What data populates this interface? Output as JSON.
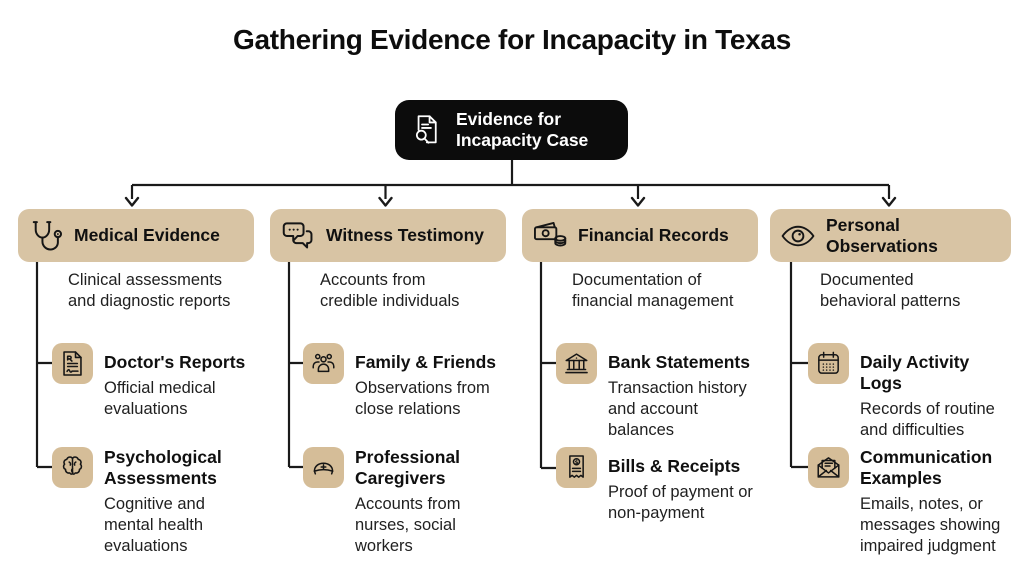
{
  "page": {
    "title": "Gathering Evidence for Incapacity in Texas",
    "background": "#ffffff"
  },
  "colors": {
    "root_node_bg": "#0c0c0c",
    "root_node_text": "#ffffff",
    "branch_box_bg": "#d8c4a4",
    "icon_tile_bg": "#d5bd98",
    "connector_line": "#1a1a1a",
    "heading_text": "#101010",
    "body_text": "#1f1f1f"
  },
  "root_node": {
    "label": "Evidence for\nIncapacity Case",
    "icon": "document-search-icon"
  },
  "columns": [
    {
      "title": "Medical Evidence",
      "icon": "stethoscope-icon",
      "description": "Clinical assessments\nand diagnostic reports",
      "children": [
        {
          "title": "Doctor's Reports",
          "icon": "medical-report-icon",
          "description": "Official medical\nevaluations"
        },
        {
          "title": "Psychological\nAssessments",
          "icon": "brain-icon",
          "description": "Cognitive and\nmental health\nevaluations"
        }
      ]
    },
    {
      "title": "Witness Testimony",
      "icon": "chat-bubbles-icon",
      "description": "Accounts from\ncredible individuals",
      "children": [
        {
          "title": "Family & Friends",
          "icon": "people-group-icon",
          "description": "Observations from\nclose relations"
        },
        {
          "title": "Professional\nCaregivers",
          "icon": "nurse-cap-icon",
          "description": "Accounts from\nnurses, social workers"
        }
      ]
    },
    {
      "title": "Financial Records",
      "icon": "cash-icon",
      "description": "Documentation of\nfinancial management",
      "children": [
        {
          "title": "Bank Statements",
          "icon": "bank-icon",
          "description": "Transaction history\nand account balances"
        },
        {
          "title": "Bills & Receipts",
          "icon": "receipt-icon",
          "description": "Proof of payment or\nnon-payment"
        }
      ]
    },
    {
      "title": "Personal\nObservations",
      "icon": "eye-icon",
      "description": "Documented\nbehavioral patterns",
      "children": [
        {
          "title": "Daily Activity Logs",
          "icon": "calendar-icon",
          "description": "Records of routine\nand difficulties"
        },
        {
          "title": "Communication\nExamples",
          "icon": "open-envelope-icon",
          "description": "Emails, notes, or\nmessages showing\nimpaired judgment"
        }
      ]
    }
  ]
}
